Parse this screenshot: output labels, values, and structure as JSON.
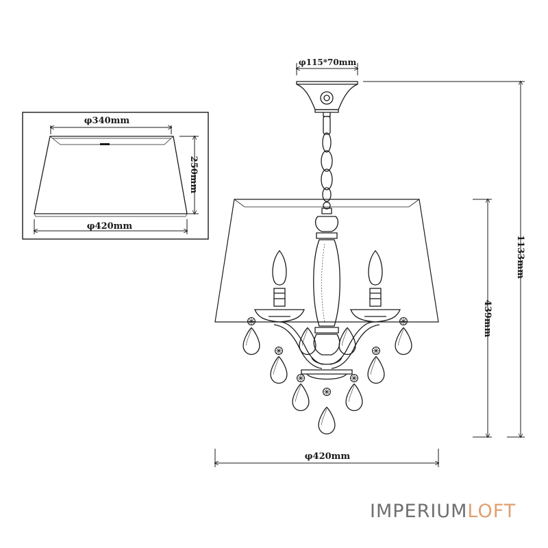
{
  "shade_detail": {
    "top_diameter": "φ340mm",
    "height": "250mm",
    "bottom_diameter": "φ420mm"
  },
  "fixture": {
    "canopy_size": "φ115*70mm",
    "total_height": "1133mm",
    "body_height": "439mm",
    "shade_diameter": "φ420mm"
  },
  "brand": {
    "part1": "IMPERIUM",
    "part2": "LOFT",
    "color1": "#6f6f6f",
    "color2": "#e0a070"
  }
}
